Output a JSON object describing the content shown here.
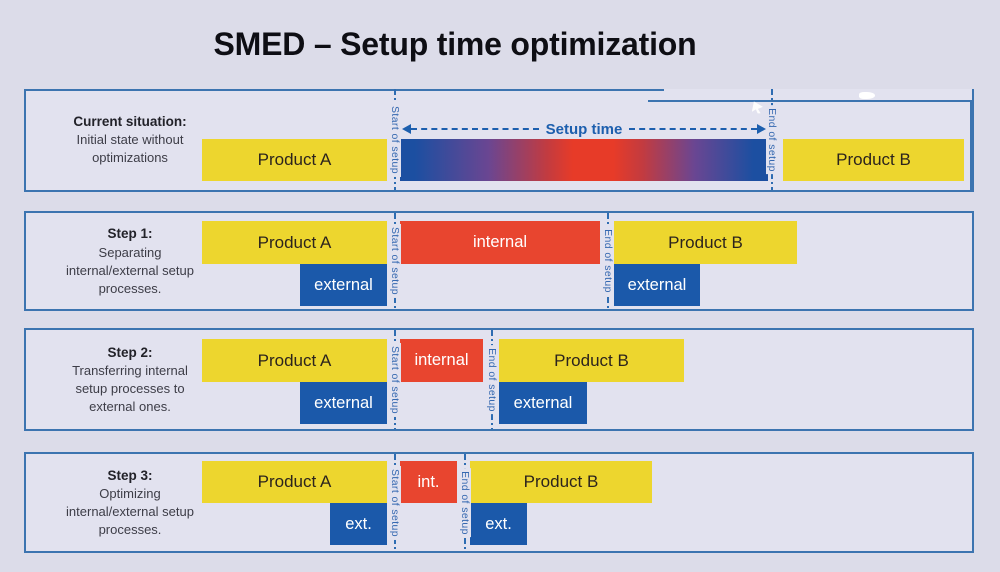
{
  "title": "SMED – Setup time optimization",
  "colors": {
    "page-bg": "#dcdce9",
    "panel-bg": "#e2e2ef",
    "panel-border": "#3c74b0",
    "line-blue": "#2e6cb2",
    "setup-blue": "#1d5fae",
    "label-blue": "#3568b0",
    "yellow": "#edd62e",
    "red": "#e8452f",
    "blue-box": "#1b59aa",
    "grad-blue": "#1c4fa1",
    "title-color": "#0e0e14",
    "cap-head": "#222229",
    "cap-text": "#3d3d47",
    "product-text": "#2c241d"
  },
  "rows": [
    {
      "heading": "Current situation:",
      "lines": [
        "Initial state without",
        "optimizations"
      ],
      "product_a": "Product A",
      "product_b": "Product B",
      "setup_time_label": "Setup time",
      "start_label": "Start of setup",
      "end_label": "End of setup"
    },
    {
      "heading": "Step 1:",
      "lines": [
        "Separating",
        "internal/external setup",
        "processes."
      ],
      "product_a": "Product A",
      "product_b": "Product B",
      "internal": "internal",
      "external_a": "external",
      "external_b": "external",
      "start_label": "Start of setup",
      "end_label": "End of setup"
    },
    {
      "heading": "Step 2:",
      "lines": [
        "Transferring internal",
        "setup processes to",
        "external ones."
      ],
      "product_a": "Product A",
      "product_b": "Product B",
      "internal": "internal",
      "external_a": "external",
      "external_b": "external",
      "start_label": "Start of setup",
      "end_label": "End of setup"
    },
    {
      "heading": "Step 3:",
      "lines": [
        "Optimizing",
        "internal/external setup",
        "processes."
      ],
      "product_a": "Product A",
      "product_b": "Product B",
      "internal": "int.",
      "external_a": "ext.",
      "external_b": "ext.",
      "start_label": "Start of setup",
      "end_label": "End of setup"
    }
  ]
}
